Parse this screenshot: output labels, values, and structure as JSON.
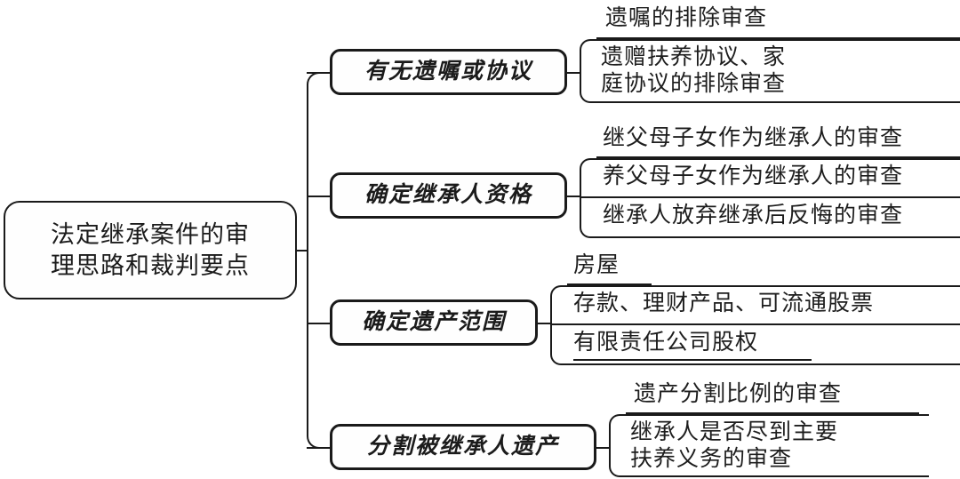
{
  "diagram": {
    "type": "mind-map",
    "title": "法定继承案件的审理思路和裁判要点",
    "ink_color": "#1a1a1a",
    "background_color": "#ffffff",
    "root": {
      "line1": "法定继承案件的审",
      "line2": "理思路和裁判要点"
    },
    "branches": [
      {
        "label": "有无遗嘱或协议",
        "leaves": [
          {
            "text": "遗嘱的排除审查"
          },
          {
            "line1": "遗赠扶养协议、家",
            "line2": "庭协议的排除审查"
          }
        ]
      },
      {
        "label": "确定继承人资格",
        "leaves": [
          {
            "text": "继父母子女作为继承人的审查"
          },
          {
            "text": "养父母子女作为继承人的审查"
          },
          {
            "text": "继承人放弃继承后反悔的审查"
          }
        ]
      },
      {
        "label": "确定遗产范围",
        "leaves": [
          {
            "text": "房屋"
          },
          {
            "text": "存款、理财产品、可流通股票"
          },
          {
            "text": "有限责任公司股权"
          }
        ]
      },
      {
        "label": "分割被继承人遗产",
        "leaves": [
          {
            "text": "遗产分割比例的审查"
          },
          {
            "line1": "继承人是否尽到主要",
            "line2": "扶养义务的审查"
          }
        ]
      }
    ]
  }
}
